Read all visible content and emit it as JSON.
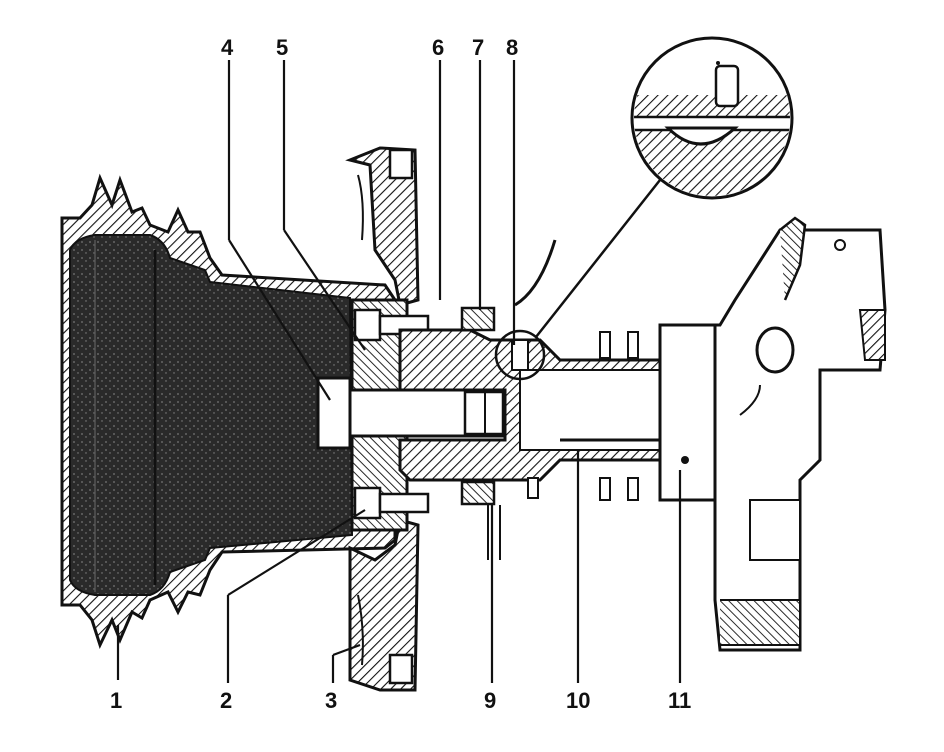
{
  "callouts": {
    "c1": "1",
    "c2": "2",
    "c3": "3",
    "c4": "4",
    "c5": "5",
    "c6": "6",
    "c7": "7",
    "c8": "8",
    "c9": "9",
    "c10": "10",
    "c11": "11"
  },
  "colors": {
    "ink": "#111111",
    "paper": "#ffffff",
    "hatch": "#1a1a1a"
  }
}
